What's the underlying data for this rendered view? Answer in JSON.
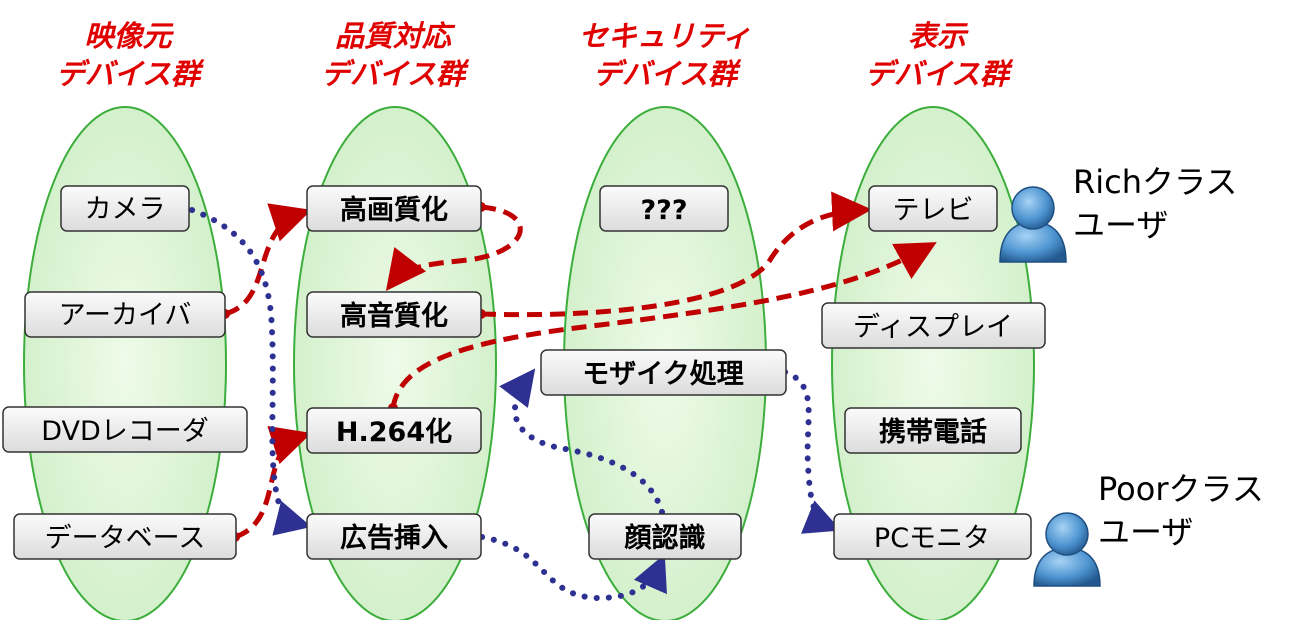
{
  "lanes": [
    {
      "title_line1": "映像元",
      "title_line2": "デバイス群"
    },
    {
      "title_line1": "品質対応",
      "title_line2": "デバイス群"
    },
    {
      "title_line1": "セキュリティ",
      "title_line2": "デバイス群"
    },
    {
      "title_line1": "表示",
      "title_line2": "デバイス群"
    }
  ],
  "nodes": {
    "camera": "カメラ",
    "archive": "アーカイバ",
    "dvd_recorder": "DVDレコーダ",
    "database": "データベース",
    "hq_video": "高画質化",
    "hq_audio": "高音質化",
    "h264": "H.264化",
    "ad_insert": "広告挿入",
    "unknown": "???",
    "mosaic": "モザイク処理",
    "face_recog": "顔認識",
    "tv": "テレビ",
    "display": "ディスプレイ",
    "mobile": "携帯電話",
    "pc_monitor": "PCモニタ"
  },
  "users": {
    "rich": {
      "line1": "Richクラス",
      "line2": "ユーザ"
    },
    "poor": {
      "line1": "Poorクラス",
      "line2": "ユーザ"
    }
  },
  "colors": {
    "lane_title": "#e00000",
    "lane_stroke": "#3cae3c",
    "lane_fill": "#dff5d8",
    "red_flow": "#c00000",
    "blue_flow": "#2e3192",
    "user_icon": "#2b6ea8"
  }
}
